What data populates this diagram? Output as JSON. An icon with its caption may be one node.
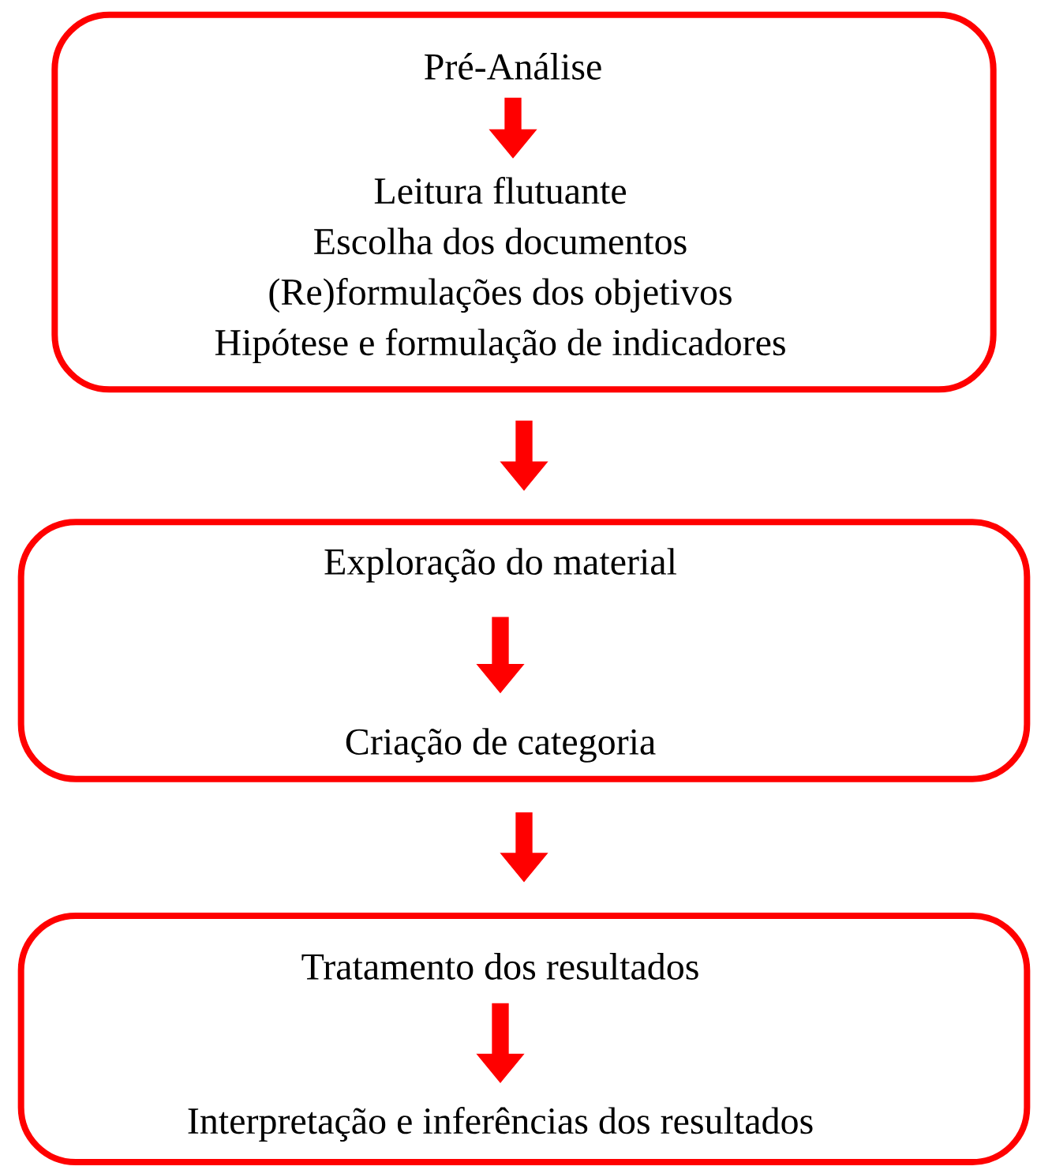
{
  "diagram": {
    "nodes": [
      {
        "text": [],
        "shape": "box"
      },
      {
        "text": [
          "Pré-Análise"
        ],
        "in": 0
      },
      {
        "text": [
          "Leitura flutuante",
          "Escolha dos documentos",
          "(Re)formulações dos objetivos",
          "Hipótese e formulação de indicadores"
        ],
        "in": 0
      },
      {
        "text": [],
        "shape": "box"
      },
      {
        "text": [
          "Exploração do material"
        ],
        "in": 3
      },
      {
        "text": [
          "Criação de categoria"
        ],
        "in": 3
      },
      {
        "text": [],
        "shape": "box"
      },
      {
        "text": [
          "Tratamento dos resultados"
        ],
        "in": 6
      },
      {
        "text": [
          "Interpretação e inferências dos resultados"
        ],
        "in": 6
      }
    ],
    "edges": [
      {
        "from": 1,
        "to": 2,
        "arrow": "to"
      },
      {
        "from": 0,
        "to": 3,
        "arrow": "to"
      },
      {
        "from": 4,
        "to": 5,
        "arrow": "to"
      },
      {
        "from": 3,
        "to": 6,
        "arrow": "to"
      },
      {
        "from": 7,
        "to": 8,
        "arrow": "to"
      }
    ]
  }
}
